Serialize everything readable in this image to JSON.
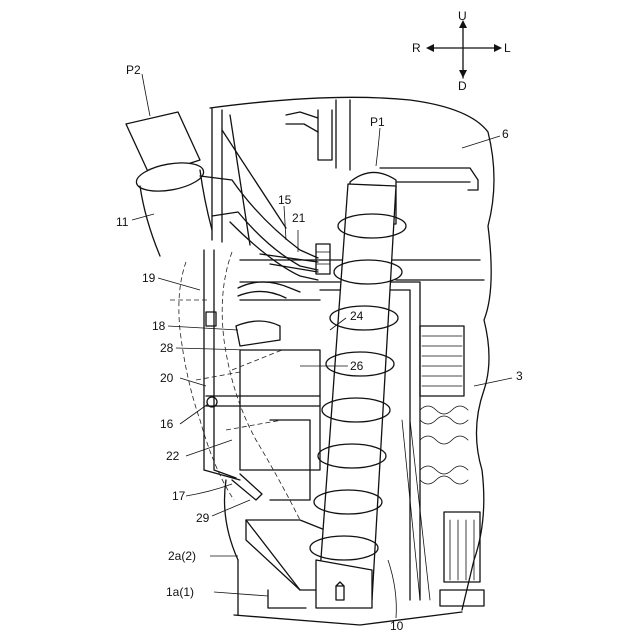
{
  "compass": {
    "up": "U",
    "down": "D",
    "left": "L",
    "right": "R"
  },
  "labels": {
    "p2": "P2",
    "p1": "P1",
    "n11": "11",
    "n6": "6",
    "n15": "15",
    "n21": "21",
    "n19": "19",
    "n24": "24",
    "n18": "18",
    "n28": "28",
    "n26": "26",
    "n20": "20",
    "n3": "3",
    "n16": "16",
    "n22": "22",
    "n17": "17",
    "n29": "29",
    "n2a": "2a(2)",
    "n1a": "1a(1)",
    "n10": "10"
  }
}
